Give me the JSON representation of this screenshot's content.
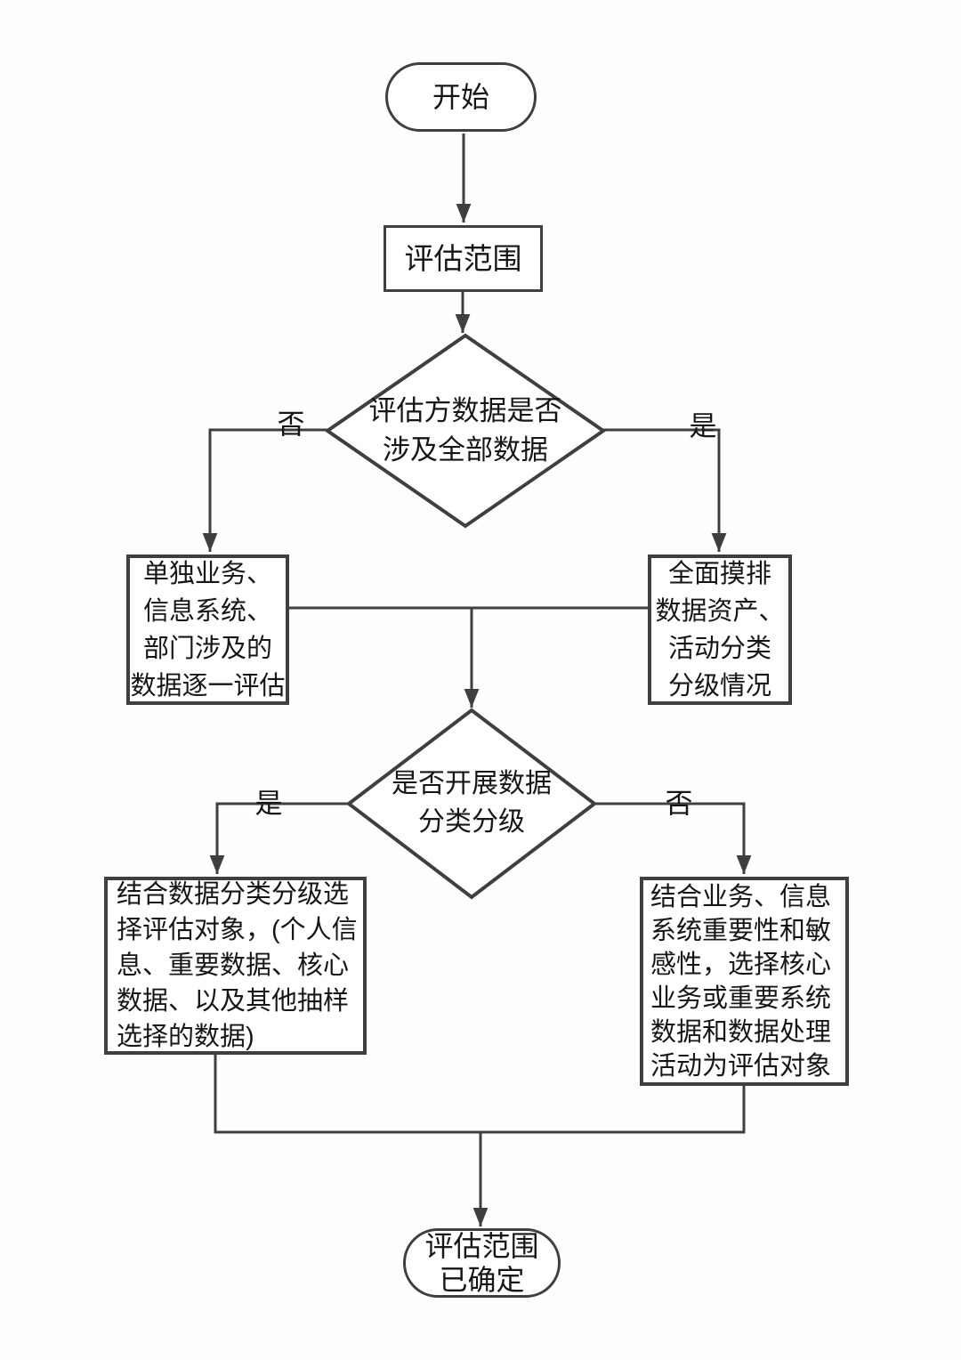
{
  "flowchart": {
    "nodes": {
      "start": {
        "label": "开始"
      },
      "scope": {
        "label": "评估范围"
      },
      "decision_coverage": {
        "lines": [
          "评估方数据是否",
          "涉及全部数据"
        ]
      },
      "partial_assess": {
        "lines": [
          "单独业务、",
          "信息系统、",
          "部门涉及的",
          "数据逐一评估"
        ]
      },
      "full_survey": {
        "lines": [
          "全面摸排",
          "数据资产、",
          "活动分类",
          "分级情况"
        ]
      },
      "decision_classification": {
        "lines": [
          "是否开展数据",
          "分类分级"
        ]
      },
      "select_by_classification": {
        "lines": [
          "结合数据分类分级选",
          "择评估对象，(个人信",
          "息、重要数据、核心",
          "数据、以及其他抽样",
          "选择的数据)"
        ]
      },
      "select_by_importance": {
        "lines": [
          "结合业务、信息",
          "系统重要性和敏",
          "感性，选择核心",
          "业务或重要系统",
          "数据和数据处理",
          "活动为评估对象"
        ]
      },
      "end": {
        "lines": [
          "评估范围",
          "已确定"
        ]
      }
    },
    "edge_labels": {
      "coverage_no": "否",
      "coverage_yes": "是",
      "classification_yes": "是",
      "classification_no": "否"
    },
    "colors": {
      "stroke": "#3f3f3f",
      "text": "#161616",
      "background": "#ffffff"
    }
  }
}
